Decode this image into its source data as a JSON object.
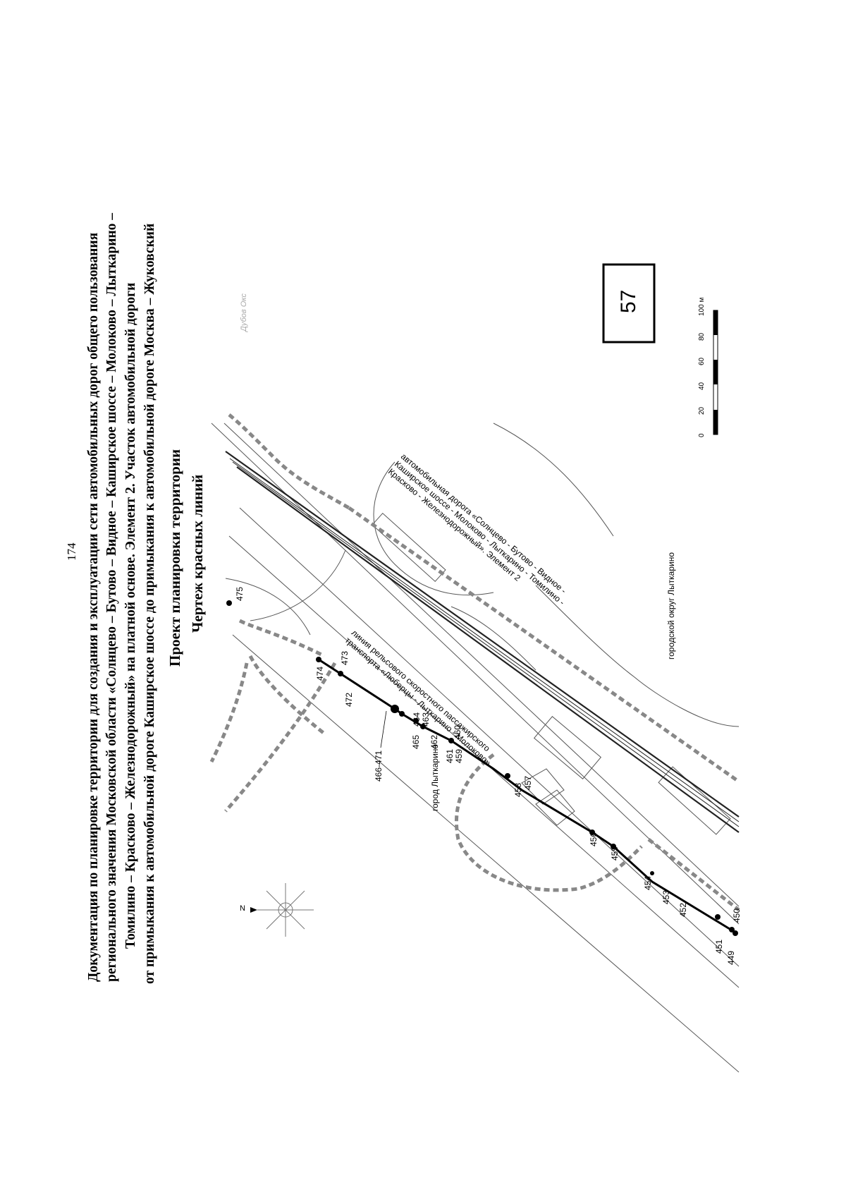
{
  "page_number": "174",
  "title_lines": [
    "Документация по планировке территории для создания и эксплуатации сети автомобильных дорог общего пользования",
    "регионального значения Московской области «Солнцево – Бутово – Видное – Каширское шоссе – Молоково – Лыткарино –",
    "Томилино – Красково – Железнодорожный» на платной основе. Элемент 2. Участок автомобильной дороги",
    "от примыкания к автомобильной дороге Каширское шоссе до примыкания к автомобильной дороге Москва – Жуковский"
  ],
  "project_title": "Проект планировки территории",
  "drawing_title": "Чертеж красных линий",
  "sheet_number": "57",
  "north_label": "N",
  "scale_bar": {
    "ticks": [
      "0",
      "20",
      "40",
      "60",
      "80",
      "100 м"
    ]
  },
  "map_labels": {
    "rail_line": [
      "линия рельсового скоростного пассажирского",
      "транспорта «Люберцы - Лыткарино - Молоково»"
    ],
    "highway": [
      "автомобильная дорога «Солнцево - Бутово - Видное -",
      "Каширское шоссе - Молоково - Лыткарино - Томилино -",
      "Красково - Железнодорожный». Элемент 2"
    ],
    "city": "город Лыткарино",
    "district": "городской округ Лыткарино",
    "stamp_text": [
      "Дубов",
      "Окс"
    ]
  },
  "points": [
    {
      "id": "p449",
      "label": "449"
    },
    {
      "id": "p450",
      "label": "450"
    },
    {
      "id": "p451",
      "label": "451"
    },
    {
      "id": "p452",
      "label": "452"
    },
    {
      "id": "p453",
      "label": "453"
    },
    {
      "id": "p454",
      "label": "454"
    },
    {
      "id": "p455",
      "label": "455"
    },
    {
      "id": "p456",
      "label": "456"
    },
    {
      "id": "p457",
      "label": "457"
    },
    {
      "id": "p458",
      "label": "458"
    },
    {
      "id": "p459",
      "label": "459"
    },
    {
      "id": "p460",
      "label": "460"
    },
    {
      "id": "p461",
      "label": "461"
    },
    {
      "id": "p462",
      "label": "462"
    },
    {
      "id": "p463",
      "label": "463"
    },
    {
      "id": "p464",
      "label": "464"
    },
    {
      "id": "p465",
      "label": "465"
    },
    {
      "id": "p466",
      "label": "466-471"
    },
    {
      "id": "p472",
      "label": "472"
    },
    {
      "id": "p473",
      "label": "473"
    },
    {
      "id": "p474",
      "label": "474"
    },
    {
      "id": "p475",
      "label": "475"
    }
  ]
}
